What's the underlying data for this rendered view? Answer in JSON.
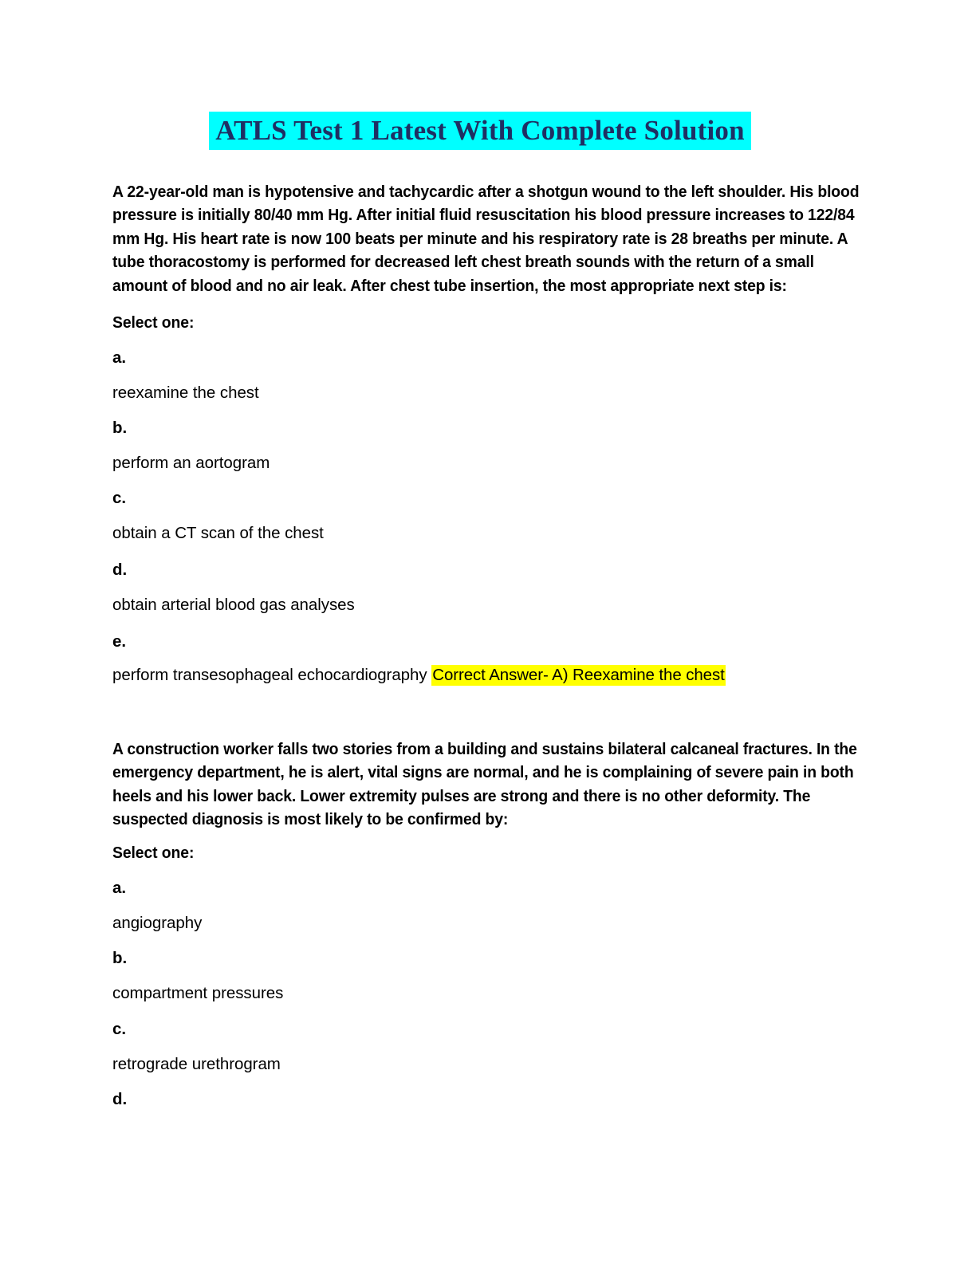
{
  "document": {
    "title": "ATLS Test 1 Latest With Complete Solution",
    "title_highlight_color": "#00ffff",
    "title_text_color": "#1f2f63",
    "answer_highlight_color": "#ffff00",
    "page_background": "#ffffff",
    "body_text_color": "#000000"
  },
  "questions": [
    {
      "id": "q1",
      "stem_lines": [
        "A 22-year-old man is hypotensive and tachycardic after a shotgun wound to the left shoulder. His blood",
        "pressure is initially 80/40 mm Hg. After initial fluid resuscitation his blood pressure increases to 122/84",
        "mm Hg. His heart rate is now 100 beats per minute and his respiratory rate is 28 breaths per minute. A",
        "tube thoracostomy is performed for decreased left chest breath sounds with the return of a small",
        "amount of blood and no air leak. After chest tube insertion, the most appropriate next step is:"
      ],
      "select_prompt": "Select one:",
      "options": [
        {
          "letter": "a.",
          "text": "reexamine the chest"
        },
        {
          "letter": "b.",
          "text": "perform an aortogram"
        },
        {
          "letter": "c.",
          "text": "obtain a CT scan of the chest"
        },
        {
          "letter": "d.",
          "text": "obtain arterial blood gas analyses"
        },
        {
          "letter": "e.",
          "text": "perform transesophageal echocardiography"
        }
      ],
      "correct_answer": "Correct Answer- A) Reexamine the chest"
    },
    {
      "id": "q2",
      "stem_lines": [
        "A construction worker falls two stories from a building and sustains bilateral calcaneal fractures. In the",
        "emergency department, he is alert, vital signs are normal, and he is complaining of severe pain in both",
        "heels and his lower back. Lower extremity pulses are strong and there is no other deformity. The",
        "suspected diagnosis is most likely to be confirmed by:"
      ],
      "select_prompt": "Select one:",
      "options": [
        {
          "letter": "a.",
          "text": "angiography"
        },
        {
          "letter": "b.",
          "text": "compartment pressures"
        },
        {
          "letter": "c.",
          "text": "retrograde urethrogram"
        },
        {
          "letter": "d.",
          "text": ""
        }
      ],
      "correct_answer": ""
    }
  ]
}
